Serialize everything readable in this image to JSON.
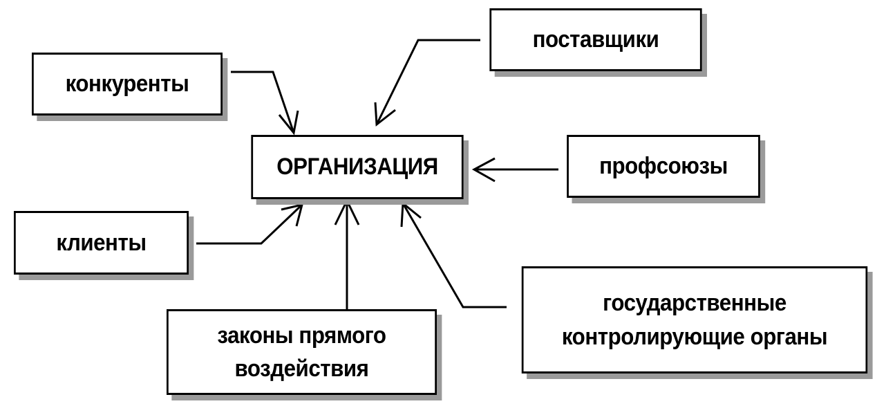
{
  "diagram": {
    "center": {
      "label": "ОРГАНИЗАЦИЯ"
    },
    "factors": {
      "competitors": {
        "label": "конкуренты"
      },
      "suppliers": {
        "label": "поставщики"
      },
      "unions": {
        "label": "профсоюзы"
      },
      "clients": {
        "label": "клиенты"
      },
      "laws": {
        "lines": [
          "законы прямого",
          "воздействия"
        ]
      },
      "government": {
        "lines": [
          "государственные",
          "контролирующие органы"
        ]
      }
    },
    "edges": [
      {
        "from": "competitors",
        "to": "center"
      },
      {
        "from": "suppliers",
        "to": "center"
      },
      {
        "from": "unions",
        "to": "center"
      },
      {
        "from": "clients",
        "to": "center"
      },
      {
        "from": "laws",
        "to": "center"
      },
      {
        "from": "government",
        "to": "center"
      }
    ]
  }
}
